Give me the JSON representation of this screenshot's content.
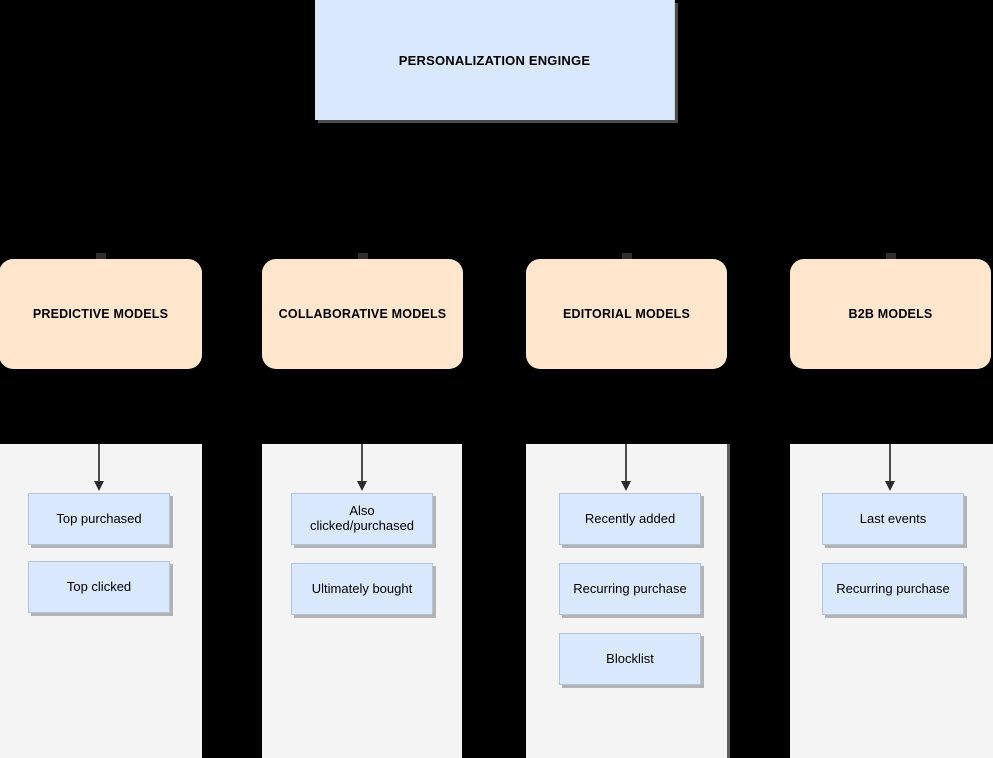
{
  "diagram": {
    "title": "Personalization Enginge",
    "colors": {
      "background": "#000000",
      "engine_fill": "#dae8fc",
      "model_fill": "#ffe6cc",
      "leaf_fill": "#dae8fc",
      "panel_fill": "#f4f4f4",
      "arrow": "#4d4d4d",
      "text": "#000000"
    }
  },
  "engine": {
    "label": "PERSONALIZATION ENGINGE"
  },
  "models": [
    {
      "id": "predictive",
      "label": "PREDICTIVE MODELS",
      "items": [
        {
          "label": "Top purchased"
        },
        {
          "label": "Top clicked"
        }
      ]
    },
    {
      "id": "collaborative",
      "label": "COLLABORATIVE MODELS",
      "items": [
        {
          "label": "Also clicked/purchased"
        },
        {
          "label": "Ultimately bought"
        }
      ]
    },
    {
      "id": "editorial",
      "label": "EDITORIAL MODELS",
      "items": [
        {
          "label": "Recently added"
        },
        {
          "label": "Recurring purchase"
        },
        {
          "label": "Blocklist"
        }
      ]
    },
    {
      "id": "b2b",
      "label": "B2B MODELS",
      "items": [
        {
          "label": "Last events"
        },
        {
          "label": "Recurring purchase"
        }
      ]
    }
  ]
}
